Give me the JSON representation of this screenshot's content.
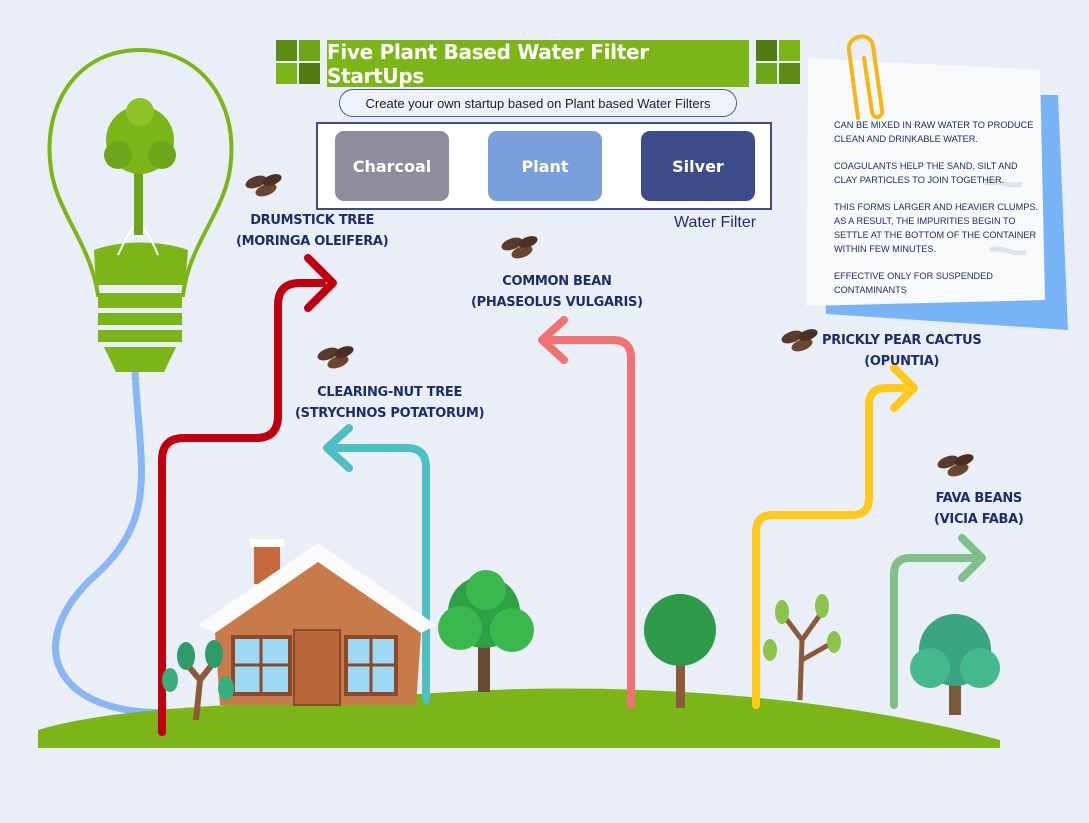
{
  "title": "Five Plant Based Water Filter StartUps",
  "subtitle": "Create your own startup based on Plant based Water Filters",
  "filter": {
    "steps": [
      "Charcoal",
      "Plant",
      "Silver"
    ],
    "label": "Water Filter"
  },
  "plants": [
    {
      "name": "DRUMSTICK TREE",
      "latin": "(MORINGA OLEIFERA)"
    },
    {
      "name": "CLEARING-NUT TREE",
      "latin": "(STRYCHNOS POTATORUM)"
    },
    {
      "name": "COMMON BEAN",
      "latin": "(PHASEOLUS VULGARIS)"
    },
    {
      "name": "PRICKLY PEAR CACTUS",
      "latin": "(OPUNTIA)"
    },
    {
      "name": "FAVA BEANS",
      "latin": "(VICIA FABA)"
    }
  ],
  "note": [
    "CAN BE MIXED IN RAW WATER TO PRODUCE CLEAN AND DRINKABLE WATER.",
    "COAGULANTS HELP THE SAND, SILT AND CLAY PARTICLES TO JOIN TOGETHER.",
    "THIS FORMS LARGER AND HEAVIER CLUMPS. AS A RESULT, THE IMPURITIES BEGIN TO SETTLE AT THE BOTTOM OF THE CONTAINER WITHIN FEW MINUTES.",
    "EFFECTIVE ONLY FOR SUSPENDED CONTAMINANTS"
  ],
  "colors": {
    "accent_green": "#7cb518",
    "arrow_red": "#c0000f",
    "arrow_teal": "#4fbfc4",
    "arrow_salmon": "#f07373",
    "arrow_yellow": "#ffc81a",
    "arrow_sage": "#7fbf8a",
    "navy": "#1d2d6a"
  },
  "icons": [
    "lightbulb-tree-icon",
    "seeds-icon",
    "paperclip-icon",
    "house-icon",
    "tree-icon"
  ]
}
